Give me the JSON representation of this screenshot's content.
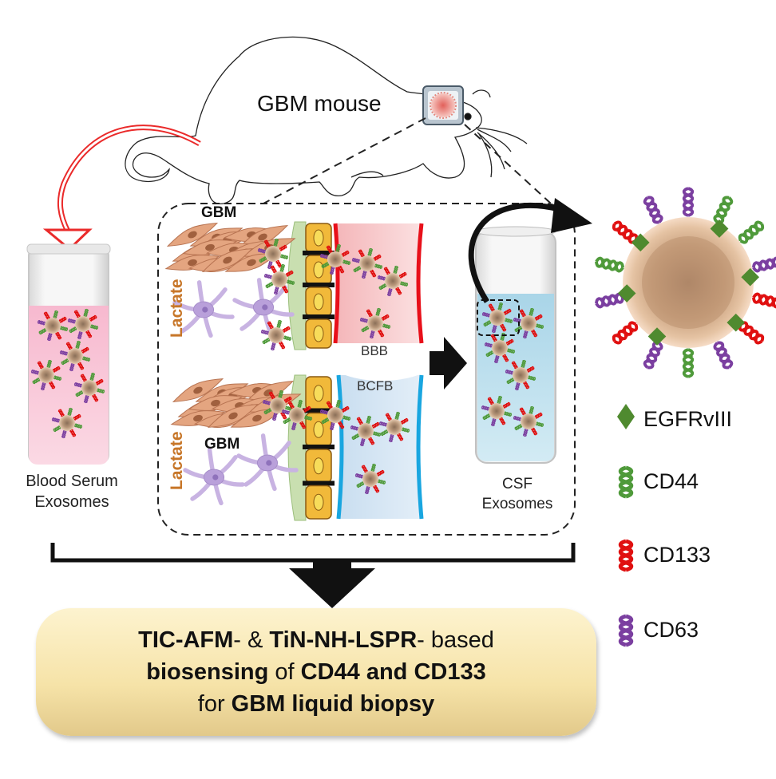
{
  "mouse": {
    "label": "GBM mouse"
  },
  "brain_panel": {
    "gbm_top": "GBM",
    "gbm_bottom": "GBM",
    "lactate_top": "Lactate",
    "lactate_bottom": "Lactate",
    "bbb": "BBB",
    "bcfb": "BCFB"
  },
  "tubes": {
    "serum_line1": "Blood Serum",
    "serum_line2": "Exosomes",
    "csf_line1": "CSF",
    "csf_line2": "Exosomes"
  },
  "legend": [
    {
      "label": "EGFRvIII",
      "icon": "diamond-icon",
      "color": "#4f8a2f"
    },
    {
      "label": "CD44",
      "icon": "helix-icon",
      "color": "#4f9a3a"
    },
    {
      "label": "CD133",
      "icon": "helix-icon",
      "color": "#e01010"
    },
    {
      "label": "CD63",
      "icon": "helix-icon",
      "color": "#7b3fa0"
    }
  ],
  "result": {
    "l1_a": "TIC-AFM",
    "l1_b": "- & ",
    "l1_c": "TiN-NH-LSPR",
    "l1_d": "- based",
    "l2_a": "biosensing",
    "l2_b": " of ",
    "l2_c": "CD44 and CD133",
    "l3_a": "for ",
    "l3_b": "GBM liquid biopsy"
  },
  "colors": {
    "bbb_line": "#e8101a",
    "bcfb_line": "#19a6e0",
    "serum_fill": "#f7c9d8",
    "csf_fill": "#bfe1ee",
    "cell_orange": "#f1b93a",
    "arrow_red": "#ea2a2a"
  }
}
